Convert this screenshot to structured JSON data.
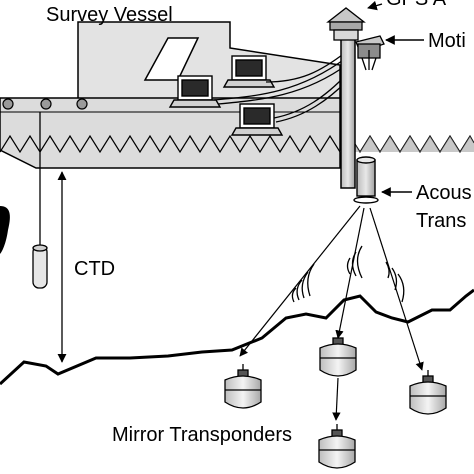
{
  "labels": {
    "vessel": "Survey Vessel",
    "gps": "GPS A",
    "motion": "Moti",
    "acoustic_line1": "Acous",
    "acoustic_line2": "Trans",
    "ctd": "CTD",
    "mirror": "Mirror Transponders"
  },
  "colors": {
    "hull": "#dcdcdc",
    "hull_dark": "#9a9a9a",
    "cabin": "#e3e3e3",
    "line": "#000000",
    "equipment": "#c8c8c8"
  },
  "icons": {
    "laptops": "laptop-icon",
    "transponders": "transponder-icon"
  }
}
